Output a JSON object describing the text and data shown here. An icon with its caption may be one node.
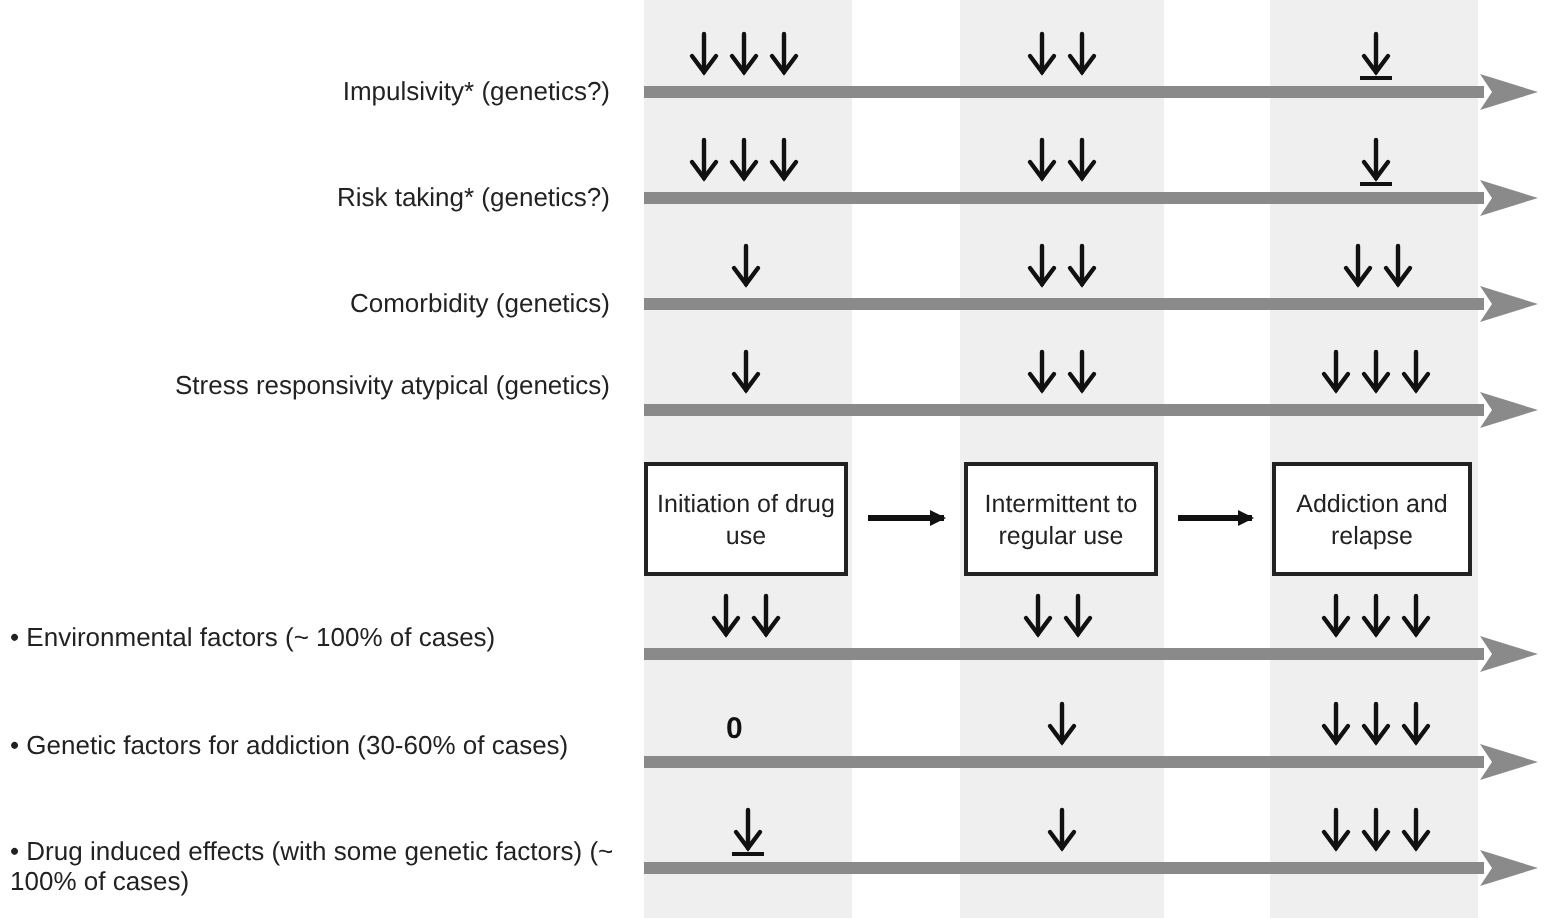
{
  "diagram": {
    "nodes": [
      {
        "text": [
          "Initiation of drug use"
        ]
      },
      {
        "text": [
          "Intermittent to regular use"
        ]
      },
      {
        "text": [
          "Addiction and relapse"
        ]
      }
    ],
    "edges": [
      {
        "from": 0,
        "to": 1,
        "arrow": "to"
      },
      {
        "from": 1,
        "to": 2,
        "arrow": "to"
      }
    ],
    "labels": [
      "Impulsivity* (genetics?)",
      "Risk taking* (genetics?)",
      "Comorbidity (genetics)",
      "Stress responsivity atypical (genetics)",
      "• Environmental factors (~ 100% of cases)",
      "• Genetic factors for addiction (30-60% of cases)",
      "• Drug induced effects (with some genetic factors) (~ 100% of cases)",
      "0"
    ]
  }
}
